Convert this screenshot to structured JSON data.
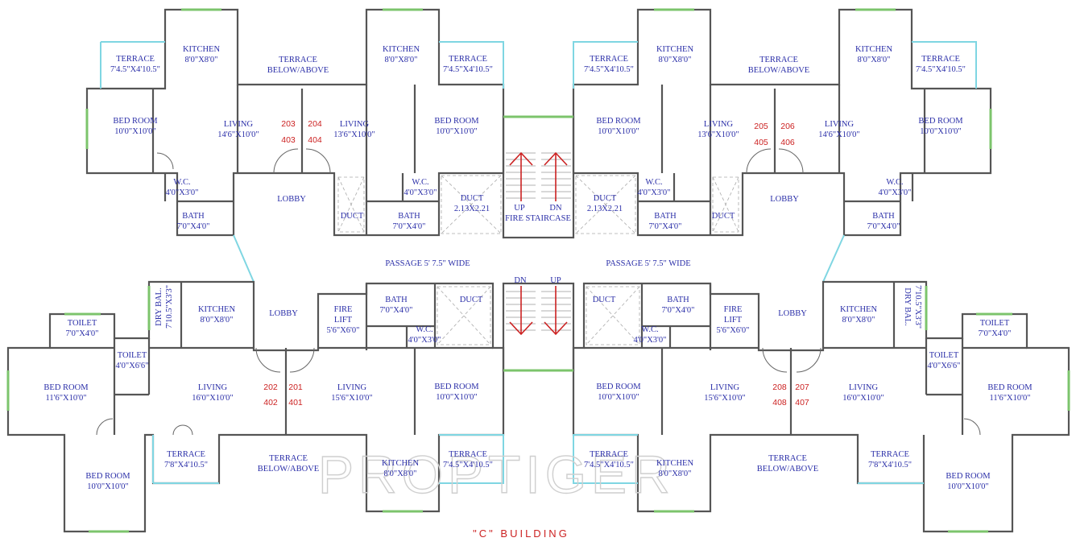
{
  "title": "\"C\" BUILDING",
  "watermark": "PROPTIGER",
  "rooms": {
    "terrace_q1": "TERRACE",
    "terrace_q1_dim": "7'4.5\"X4'10.5\"",
    "kitchen_q1": "KITCHEN",
    "kitchen_q1_dim": "8'0\"X8'0\"",
    "terrace_below_1": "TERRACE",
    "terrace_below_1_sub": "BELOW/ABOVE",
    "kitchen_q2": "KITCHEN",
    "kitchen_q2_dim": "8'0\"X8'0\"",
    "terrace_q2": "TERRACE",
    "terrace_q2_dim": "7'4.5\"X4'10.5\"",
    "bed_q1": "BED ROOM",
    "bed_q1_dim": "10'0\"X10'0\"",
    "living_q1": "LIVING",
    "living_q1_dim": "14'6\"X10'0\"",
    "living_q2": "LIVING",
    "living_q2_dim": "13'6\"X10'0\"",
    "bed_q2": "BED ROOM",
    "bed_q2_dim": "10'0\"X10'0\"",
    "wc_q1": "W.C.",
    "wc_q1_dim": "4'0\"X3'0\"",
    "bath_q1": "BATH",
    "bath_q1_dim": "7'0\"X4'0\"",
    "lobby_1": "LOBBY",
    "duct_1": "DUCT",
    "wc_q2": "W.C.",
    "wc_q2_dim": "4'0\"X3'0\"",
    "bath_q2": "BATH",
    "bath_q2_dim": "7'0\"X4'0\"",
    "duct_2": "DUCT",
    "duct_2_dim": "2.13X2.21",
    "terrace_q3": "TERRACE",
    "terrace_q3_dim": "7'4.5\"X4'10.5\"",
    "kitchen_q3": "KITCHEN",
    "kitchen_q3_dim": "8'0\"X8'0\"",
    "terrace_below_2": "TERRACE",
    "terrace_below_2_sub": "BELOW/ABOVE",
    "kitchen_q4": "KITCHEN",
    "kitchen_q4_dim": "8'0\"X8'0\"",
    "terrace_q4": "TERRACE",
    "terrace_q4_dim": "7'4.5\"X4'10.5\"",
    "bed_q3": "BED ROOM",
    "bed_q3_dim": "10'0\"X10'0\"",
    "living_q3": "LIVING",
    "living_q3_dim": "13'6\"X10'0\"",
    "living_q4": "LIVING",
    "living_q4_dim": "14'6\"X10'0\"",
    "bed_q4": "BED ROOM",
    "bed_q4_dim": "10'0\"X10'0\"",
    "duct_3": "DUCT",
    "duct_3_dim": "2.13X2.21",
    "wc_q3": "W.C.",
    "wc_q3_dim": "4'0\"X3'0\"",
    "bath_q3": "BATH",
    "bath_q3_dim": "7'0\"X4'0\"",
    "duct_4": "DUCT",
    "lobby_2": "LOBBY",
    "wc_q4": "W.C.",
    "wc_q4_dim": "4'0\"X3'0\"",
    "bath_q4": "BATH",
    "bath_q4_dim": "7'0\"X4'0\"",
    "stair_up_top": "UP",
    "stair_dn_top": "DN",
    "fire_staircase": "FIRE STAIRCASE",
    "passage_left": "PASSAGE 5' 7.5\" WIDE",
    "passage_right": "PASSAGE 5' 7.5\" WIDE",
    "stair_dn_bottom": "DN",
    "stair_up_bottom": "UP",
    "toilet_b1": "TOILET",
    "toilet_b1_dim": "7'0\"X4'0\"",
    "drybal_b1": "DRY BAL.",
    "drybal_b1_dim": "7'10.5\"X3'3\"",
    "kitchen_b1": "KITCHEN",
    "kitchen_b1_dim": "8'0\"X8'0\"",
    "lobby_3": "LOBBY",
    "firelift_1": "FIRE",
    "firelift_1_sub": "LIFT",
    "firelift_1_dim": "5'6\"X6'0\"",
    "bath_b2": "BATH",
    "bath_b2_dim": "7'0\"X4'0\"",
    "duct_5": "DUCT",
    "toilet_b1b": "TOILET",
    "toilet_b1b_dim": "4'0\"X6'6\"",
    "wc_b2": "W.C.",
    "wc_b2_dim": "4'0\"X3'0\"",
    "bed_b1": "BED ROOM",
    "bed_b1_dim": "11'6\"X10'0\"",
    "living_b1": "LIVING",
    "living_b1_dim": "16'0\"X10'0\"",
    "living_b2": "LIVING",
    "living_b2_dim": "15'6\"X10'0\"",
    "bed_b2": "BED ROOM",
    "bed_b2_dim": "10'0\"X10'0\"",
    "terrace_b1": "TERRACE",
    "terrace_b1_dim": "7'8\"X4'10.5\"",
    "terrace_below_3": "TERRACE",
    "terrace_below_3_sub": "BELOW/ABOVE",
    "kitchen_b2": "KITCHEN",
    "kitchen_b2_dim": "8'0\"X8'0\"",
    "terrace_b2": "TERRACE",
    "terrace_b2_dim": "7'4.5\"X4'10.5\"",
    "bed_b1b": "BED ROOM",
    "bed_b1b_dim": "10'0\"X10'0\"",
    "duct_6": "DUCT",
    "bath_b3": "BATH",
    "bath_b3_dim": "7'0\"X4'0\"",
    "firelift_2": "FIRE",
    "firelift_2_sub": "LIFT",
    "firelift_2_dim": "5'6\"X6'0\"",
    "lobby_4": "LOBBY",
    "kitchen_b4": "KITCHEN",
    "kitchen_b4_dim": "8'0\"X8'0\"",
    "drybal_b4": "DRY BAL.",
    "drybal_b4_dim": "7'10.5\"X3'3\"",
    "toilet_b4": "TOILET",
    "toilet_b4_dim": "7'0\"X4'0\"",
    "wc_b3": "W.C.",
    "wc_b3_dim": "4'0\"X3'0\"",
    "toilet_b4b": "TOILET",
    "toilet_b4b_dim": "4'0\"X6'6\"",
    "bed_b3": "BED ROOM",
    "bed_b3_dim": "10'0\"X10'0\"",
    "living_b3": "LIVING",
    "living_b3_dim": "15'6\"X10'0\"",
    "living_b4": "LIVING",
    "living_b4_dim": "16'0\"X10'0\"",
    "bed_b4": "BED ROOM",
    "bed_b4_dim": "11'6\"X10'0\"",
    "terrace_b3": "TERRACE",
    "terrace_b3_dim": "7'4.5\"X4'10.5\"",
    "kitchen_b3": "KITCHEN",
    "kitchen_b3_dim": "8'0\"X8'0\"",
    "terrace_below_4": "TERRACE",
    "terrace_below_4_sub": "BELOW/ABOVE",
    "terrace_b4": "TERRACE",
    "terrace_b4_dim": "7'8\"X4'10.5\"",
    "bed_b4b": "BED ROOM",
    "bed_b4b_dim": "10'0\"X10'0\""
  },
  "units": {
    "u203": "203",
    "u403": "403",
    "u204": "204",
    "u404": "404",
    "u205": "205",
    "u405": "405",
    "u206": "206",
    "u406": "406",
    "u202": "202",
    "u402": "402",
    "u201": "201",
    "u401": "401",
    "u208": "208",
    "u408": "408",
    "u207": "207",
    "u407": "407"
  },
  "colors": {
    "wall": "#555555",
    "room_label": "#2a2ea8",
    "unit_number": "#cc2222",
    "window": "#7cc46c",
    "balcony_edge": "#7fd6e2",
    "watermark": "#cfcfcf"
  }
}
